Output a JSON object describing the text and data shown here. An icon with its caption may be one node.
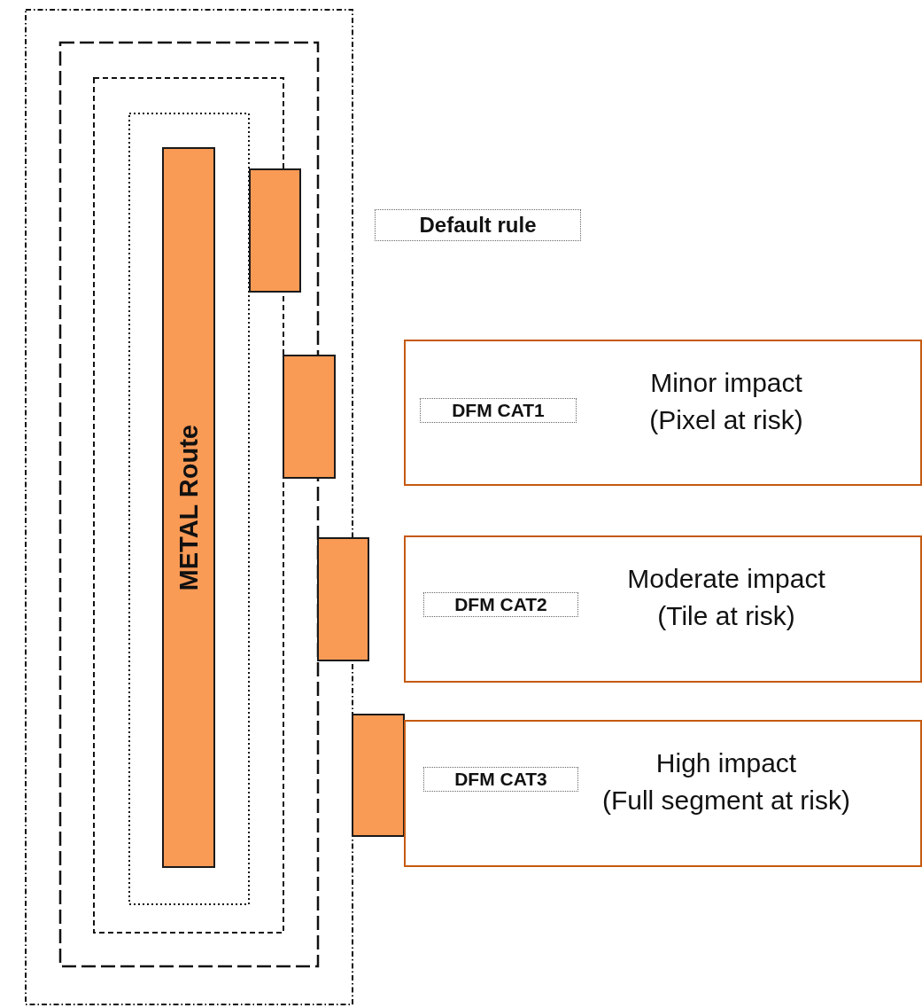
{
  "diagram": {
    "nodes": [
      {
        "text": [],
        "shape": "box"
      },
      {
        "text": [],
        "shape": "box",
        "in": 0
      },
      {
        "text": [],
        "shape": "box",
        "in": 1
      },
      {
        "text": [],
        "shape": "box",
        "in": 2
      },
      {
        "text": [
          "METAL Route"
        ],
        "in": 3
      },
      {
        "text": [],
        "shape": "box",
        "in": 1
      },
      {
        "text": [],
        "shape": "box",
        "in": 0
      },
      {
        "text": [],
        "shape": "box"
      },
      {
        "text": [],
        "shape": "box"
      },
      {
        "text": [
          "Default rule"
        ]
      },
      {
        "text": [
          "Minor impact",
          "(Pixel at risk)"
        ]
      },
      {
        "text": [
          "DFM CAT1"
        ],
        "in": 10
      },
      {
        "text": [
          "Moderate impact",
          "(Tile at risk)"
        ]
      },
      {
        "text": [
          "DFM CAT2"
        ],
        "in": 12
      },
      {
        "text": [
          "High impact",
          "(Full segment at risk)"
        ]
      },
      {
        "text": [
          "DFM CAT3"
        ],
        "in": 14
      }
    ]
  }
}
